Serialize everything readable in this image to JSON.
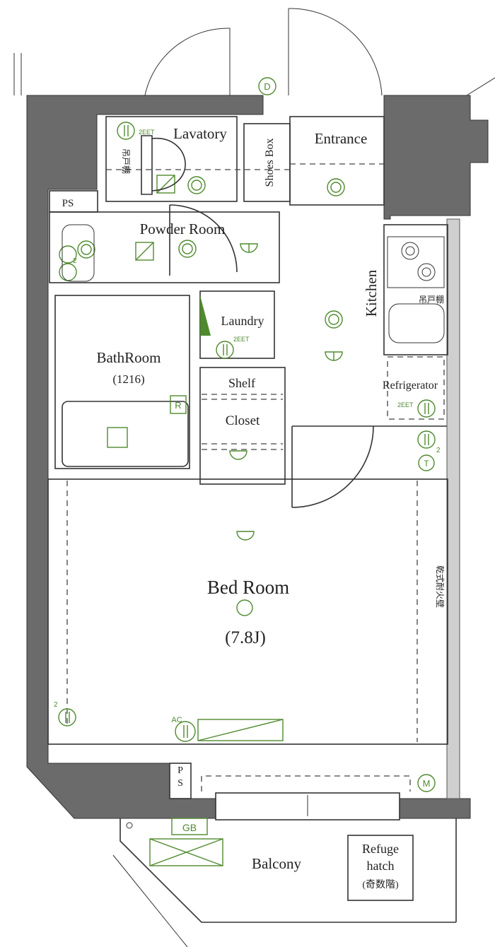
{
  "plan": {
    "rooms": {
      "lavatory": "Lavatory",
      "entrance": "Entrance",
      "shoes_box": "Shoes Box",
      "powder_room": "Powder Room",
      "kitchen": "Kitchen",
      "bathroom": "BathRoom",
      "bathroom_size": "(1216)",
      "laundry": "Laundry",
      "shelf": "Shelf",
      "closet": "Closet",
      "refrigerator": "Refrigerator",
      "bedroom": "Bed Room",
      "bedroom_size": "(7.8J)",
      "balcony": "Balcony",
      "refuge_line1": "Refuge",
      "refuge_line2": "hatch",
      "refuge_line3": "(奇数階)",
      "ps_top": "PS",
      "ps_bottom_p": "P",
      "ps_bottom_s": "S",
      "fire_wall": "乾式耐火壁",
      "hanging_cabinet_lav": "吊戸棚",
      "hanging_cabinet_kitchen": "吊戸棚"
    },
    "symbols": {
      "doorbell": "D",
      "meter": "M",
      "tv": "T",
      "bath_remote": "R",
      "ac": "AC",
      "gb": "GB",
      "outlet_2eet": "2EET",
      "count_2": "2"
    },
    "colors": {
      "wall": "#6b6b6b",
      "fixture": "#4f8a2e",
      "line": "#333333"
    }
  }
}
